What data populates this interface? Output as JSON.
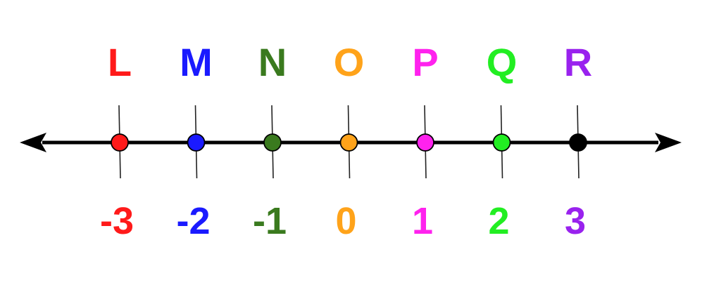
{
  "number_line": {
    "points": [
      {
        "letter": "L",
        "value": "-3",
        "color": "#ff1a1a"
      },
      {
        "letter": "M",
        "value": "-2",
        "color": "#1a1aff"
      },
      {
        "letter": "N",
        "value": "-1",
        "color": "#3a7a1e"
      },
      {
        "letter": "O",
        "value": "0",
        "color": "#ffa31a"
      },
      {
        "letter": "P",
        "value": "1",
        "color": "#ff22ee"
      },
      {
        "letter": "Q",
        "value": "2",
        "color": "#22ee22"
      },
      {
        "letter": "R",
        "value": "3",
        "color": "#9922ee",
        "dot_color": "#000000"
      }
    ],
    "line_color": "#000000",
    "arrows": "both-ends"
  }
}
